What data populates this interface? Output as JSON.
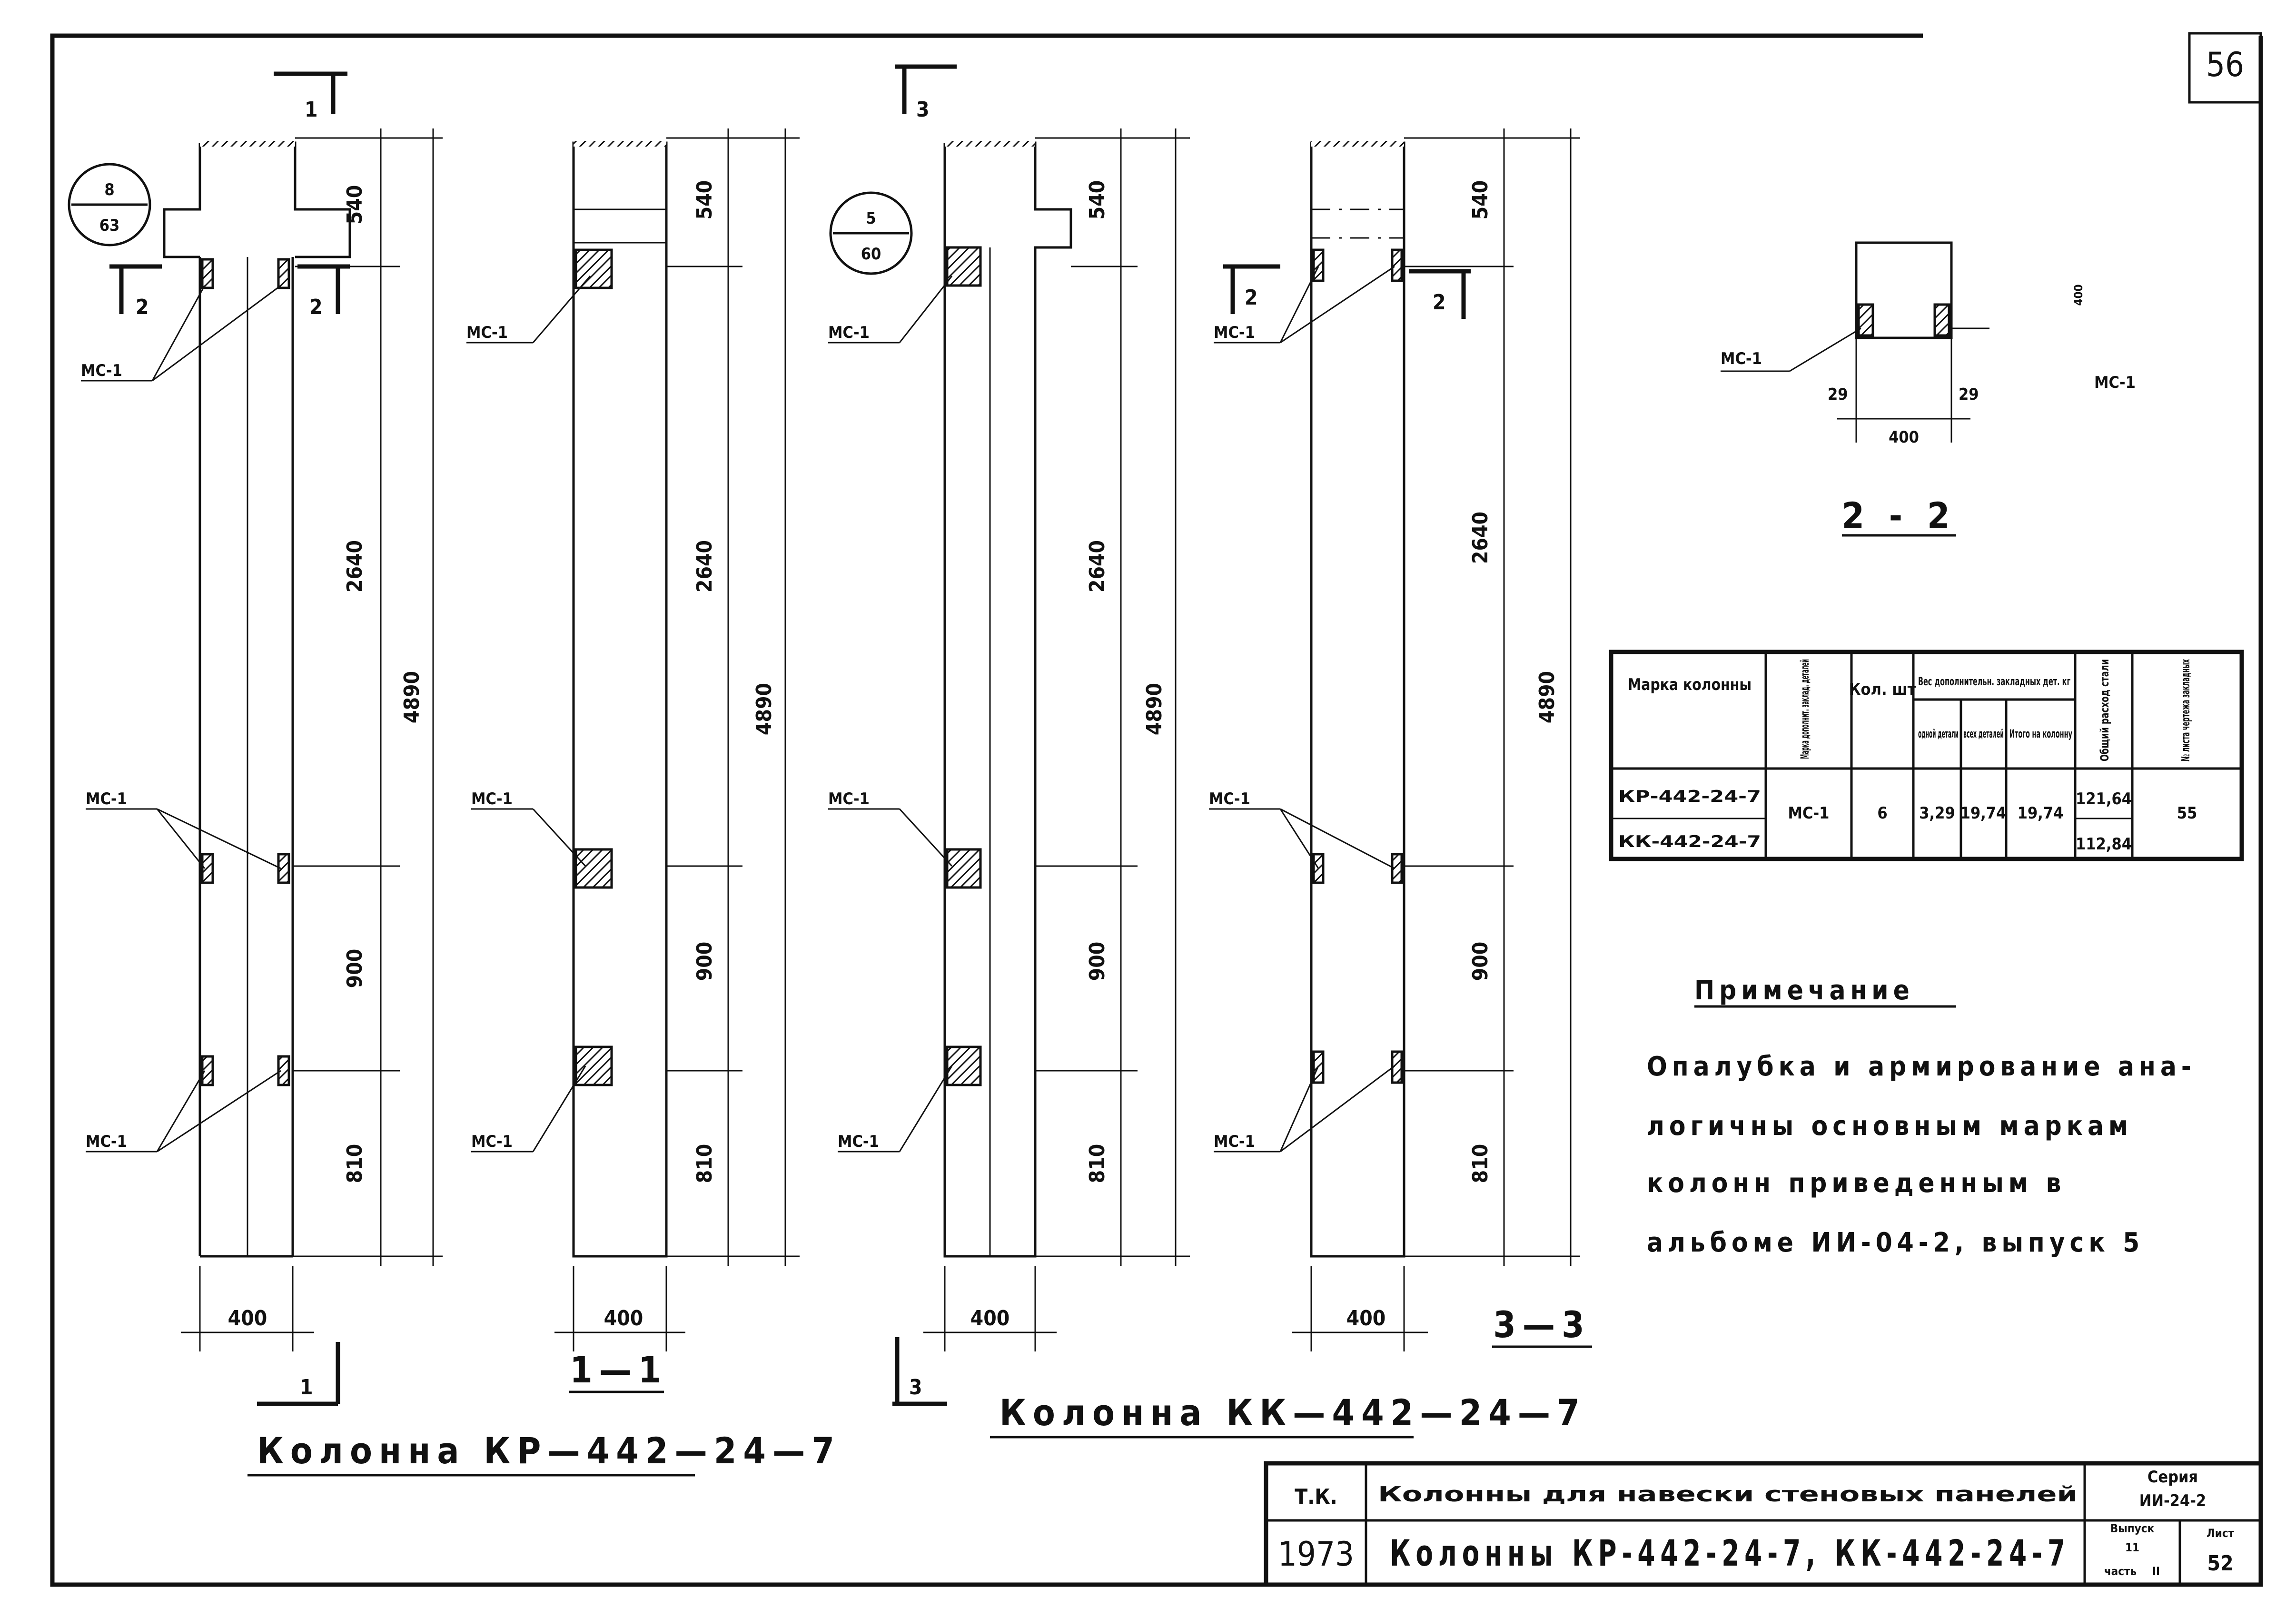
{
  "sheet": {
    "page_number": "56"
  },
  "section_marks": {
    "s1": "1",
    "s2": "2",
    "s3": "3",
    "section_1_1": "1—1",
    "section_2_2": "2 - 2",
    "section_3_3": "3—3"
  },
  "callouts": {
    "kp": {
      "top": "8",
      "bottom": "63"
    },
    "kk": {
      "top": "5",
      "bottom": "60"
    }
  },
  "dimensions": {
    "d540": "540",
    "d2640": "2640",
    "d4890": "4890",
    "d900": "900",
    "d810": "810",
    "d400": "400",
    "d29": "29",
    "d400s": "400"
  },
  "embedded_part_label": "МС-1",
  "column_captions": {
    "kp": "Колонна КР—442—24—7",
    "kk": "Колонна КК—442—24—7"
  },
  "spec_table": {
    "headers": {
      "mark": "Марка колонны",
      "part_mark": "Марка дополнит. заклад. деталей",
      "qty": "Кол. шт",
      "weight_group": "Вес дополнительн. закладных дет. кг",
      "per_part": "одной детали",
      "all_parts": "всех деталей",
      "total": "Итого на колонну",
      "steel_total": "Общий расход стали",
      "drawing_no": "№ листа чертежа закладных"
    },
    "rows": [
      {
        "mark": "КР-442-24-7",
        "part_mark": "МС-1",
        "qty": "6",
        "per_part": "3,29",
        "all_parts": "19,74",
        "total": "19,74",
        "steel_total": "121,64",
        "drawing_no": "55"
      },
      {
        "mark": "КК-442-24-7",
        "part_mark": "",
        "qty": "",
        "per_part": "",
        "all_parts": "",
        "total": "",
        "steel_total": "112,84",
        "drawing_no": ""
      }
    ]
  },
  "note": {
    "title": "Примечание",
    "lines": [
      "Опалубка и армирование ана-",
      "логичны основным маркам",
      "колонн приведенным в",
      "альбоме ИИ-04-2, выпуск 5"
    ]
  },
  "title_block": {
    "tk": "Т.К.",
    "year": "1973",
    "title": "Колонны для навески стеновых панелей",
    "subtitle": "Колонны КР-442-24-7, КК-442-24-7",
    "series_label": "Серия",
    "series": "ИИ-24-2",
    "issue_label": "Выпуск",
    "issue": "11",
    "part_label": "часть",
    "part": "II",
    "sheet_label": "Лист",
    "sheet": "52"
  }
}
